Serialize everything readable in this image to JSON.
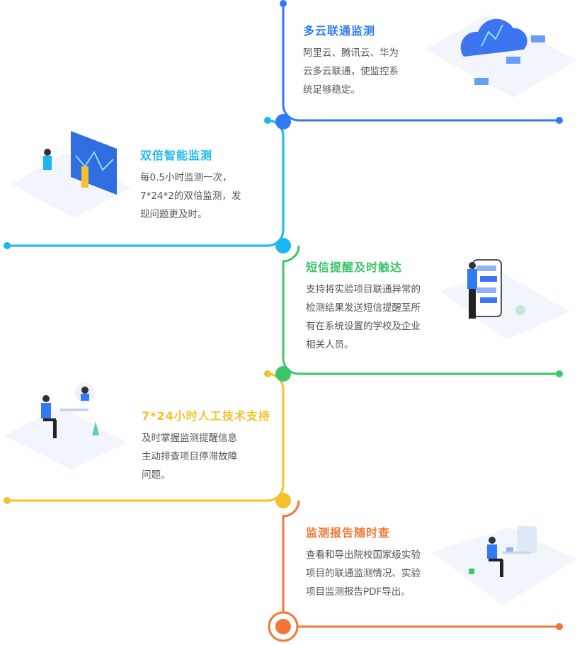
{
  "colors": {
    "blue": "#2f7bf5",
    "cyan": "#19b7f5",
    "green": "#3dc56b",
    "yellow": "#f4c12b",
    "orange": "#f47636"
  },
  "sections": [
    {
      "title": "多云联通监测",
      "lines": [
        "阿里云、腾讯云、华为",
        "云多云联通，使监控系",
        "统足够稳定。"
      ],
      "illustration": "cloud-network-illustration"
    },
    {
      "title": "双倍智能监测",
      "lines": [
        "每0.5小时监测一次，",
        "7*24*2的双倍监测，发",
        "现问题更及时。"
      ],
      "illustration": "dashboard-monitoring-illustration"
    },
    {
      "title": "短信提醒及时触达",
      "lines": [
        "支持将实验项目联通异常的",
        "检测结果发送短信提醒至所",
        "有在系统设置的学校及企业",
        "相关人员。"
      ],
      "illustration": "phone-sms-illustration"
    },
    {
      "title": "7*24小时人工技术支持",
      "lines": [
        "及时掌握监测提醒信息",
        "主动排查项目停滞故障",
        "问题。"
      ],
      "illustration": "support-staff-illustration"
    },
    {
      "title": "监测报告随时查",
      "lines": [
        "查看和导出院校国家级实验",
        "项目的联通监测情况、实验",
        "项目监测报告PDF导出。"
      ],
      "illustration": "report-desk-illustration"
    }
  ]
}
